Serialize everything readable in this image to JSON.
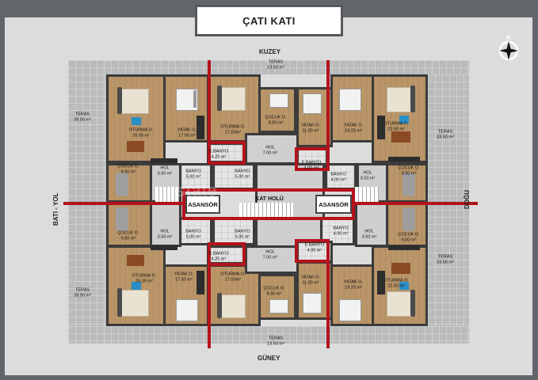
{
  "title": "ÇATI KATI",
  "compass": "K",
  "directions": {
    "north": "KUZEY",
    "south": "GÜNEY",
    "east": "DOĞU",
    "west": "BATI - YOL"
  },
  "labels": {
    "teras_n": [
      "TERAS",
      "13.50 m²"
    ],
    "teras_s": [
      "TERAS",
      "13.50 m²"
    ],
    "teras_nw": [
      "TERAS",
      "39.00 m²"
    ],
    "teras_sw": [
      "TERAS",
      "39.00 m²"
    ],
    "teras_ne": [
      "TERAS",
      "33.50 m²"
    ],
    "teras_se": [
      "TERAS",
      "33.50 m²"
    ],
    "nw_oturma": [
      "OTURMA O.",
      "26.00 m²"
    ],
    "nw_yatak": [
      "YATAK O.",
      "17.50 m²"
    ],
    "nw_oturma2": [
      "OTURMA O.",
      "17.00m²"
    ],
    "nw_cocuk": [
      "ÇOCUK O.",
      "8.50 m²"
    ],
    "nw_ebanyo": [
      "E.BANYO",
      "4.25 m²"
    ],
    "n_hol": [
      "HOL",
      "7.00 m²"
    ],
    "ne_yatak": [
      "YATAK O.",
      "11.00 m²"
    ],
    "ne_yatak2": [
      "YATAK O.",
      "19.25 m²"
    ],
    "ne_oturma": [
      "OTURMA O.",
      "22.50 m²"
    ],
    "ne_ebanyo": [
      "E.BANYO",
      "4.00 m²"
    ],
    "ne_banyo": [
      "BANYO",
      "4.00 m²"
    ],
    "ne_hol": [
      "HOL",
      "3.50 m²"
    ],
    "ne_cocuk": [
      "ÇOCUK O.",
      "9.00 m²"
    ],
    "w_cocuk_n": [
      "ÇOCUK O.",
      "9.00 m²"
    ],
    "w_hol_n": [
      "HOL",
      "3.50 m²"
    ],
    "w_banyo_n": [
      "BANYO",
      "5.00 m²"
    ],
    "c_banyo_n": [
      "BANYO",
      "5.00 m²"
    ],
    "kat_holu": "KAT HOLÜ",
    "asansor_w": "ASANSÖR",
    "asansor_e": "ASANSÖR",
    "w_cocuk_s": [
      "ÇOCUK O.",
      "9.00 m²"
    ],
    "w_hol_s": [
      "HOL",
      "3.50 m²"
    ],
    "w_banyo_s": [
      "BANYO",
      "5.00 m²"
    ],
    "c_banyo_s": [
      "BANYO",
      "5.00 m²"
    ],
    "e_banyo_s": [
      "BANYO",
      "4.00 m²"
    ],
    "e_hol_s": [
      "HOL",
      "3.50 m²"
    ],
    "e_cocuk_s": [
      "ÇOCUK O.",
      "9.00 m²"
    ],
    "sw_ebanyo": [
      "E.BANYO",
      "4.25 m²"
    ],
    "s_hol": [
      "HOL",
      "7.00 m²"
    ],
    "se_ebanyo": [
      "E.BANYO",
      "4.00 m²"
    ],
    "sw_oturma": [
      "OTURMA O.",
      "26.00 m²"
    ],
    "sw_yatak": [
      "YATAK O.",
      "17.50 m²"
    ],
    "sw_oturma2": [
      "OTURMA O.",
      "17.00m²"
    ],
    "sw_cocuk": [
      "ÇOCUK O.",
      "8.50 m²"
    ],
    "se_yatak": [
      "YATAK O.",
      "11.00 m²"
    ],
    "se_yatak2": [
      "YATAK O.",
      "19.25 m²"
    ],
    "se_oturma": [
      "OTURMA O.",
      "22.50 m²"
    ]
  },
  "watermark": "estate"
}
